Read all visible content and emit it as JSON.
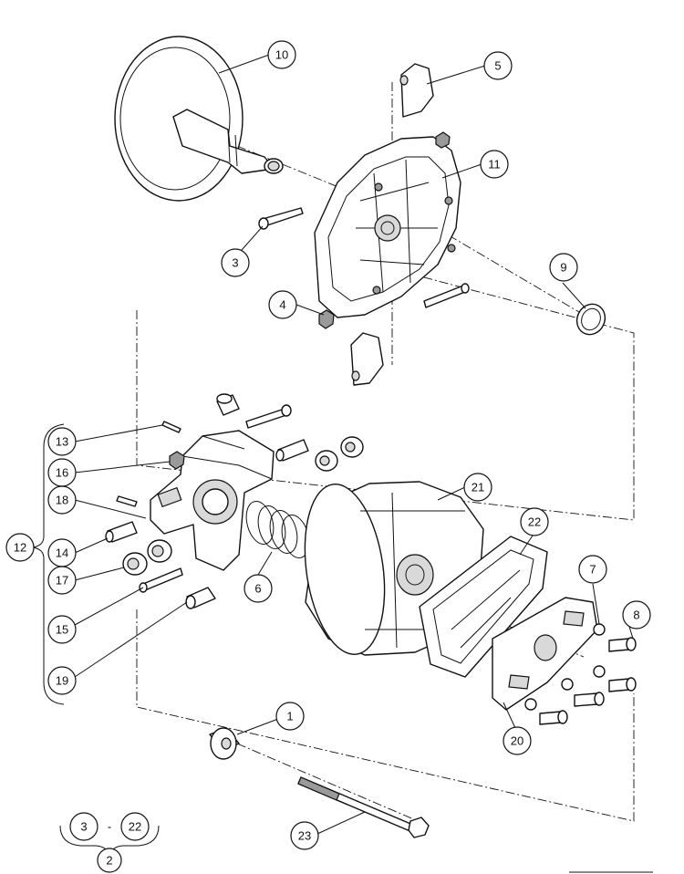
{
  "callouts": {
    "c1": "1",
    "c3": "3",
    "c4": "4",
    "c5": "5",
    "c6": "6",
    "c7": "7",
    "c8": "8",
    "c9": "9",
    "c10": "10",
    "c11": "11",
    "c12": "12",
    "c13": "13",
    "c14": "14",
    "c15": "15",
    "c16": "16",
    "c17": "17",
    "c18": "18",
    "c19": "19",
    "c20": "20",
    "c21": "21",
    "c22": "22",
    "c23": "23"
  },
  "kit_note": {
    "range_start": "3",
    "range_sep": "-",
    "range_end": "22",
    "kit_number": "2"
  }
}
